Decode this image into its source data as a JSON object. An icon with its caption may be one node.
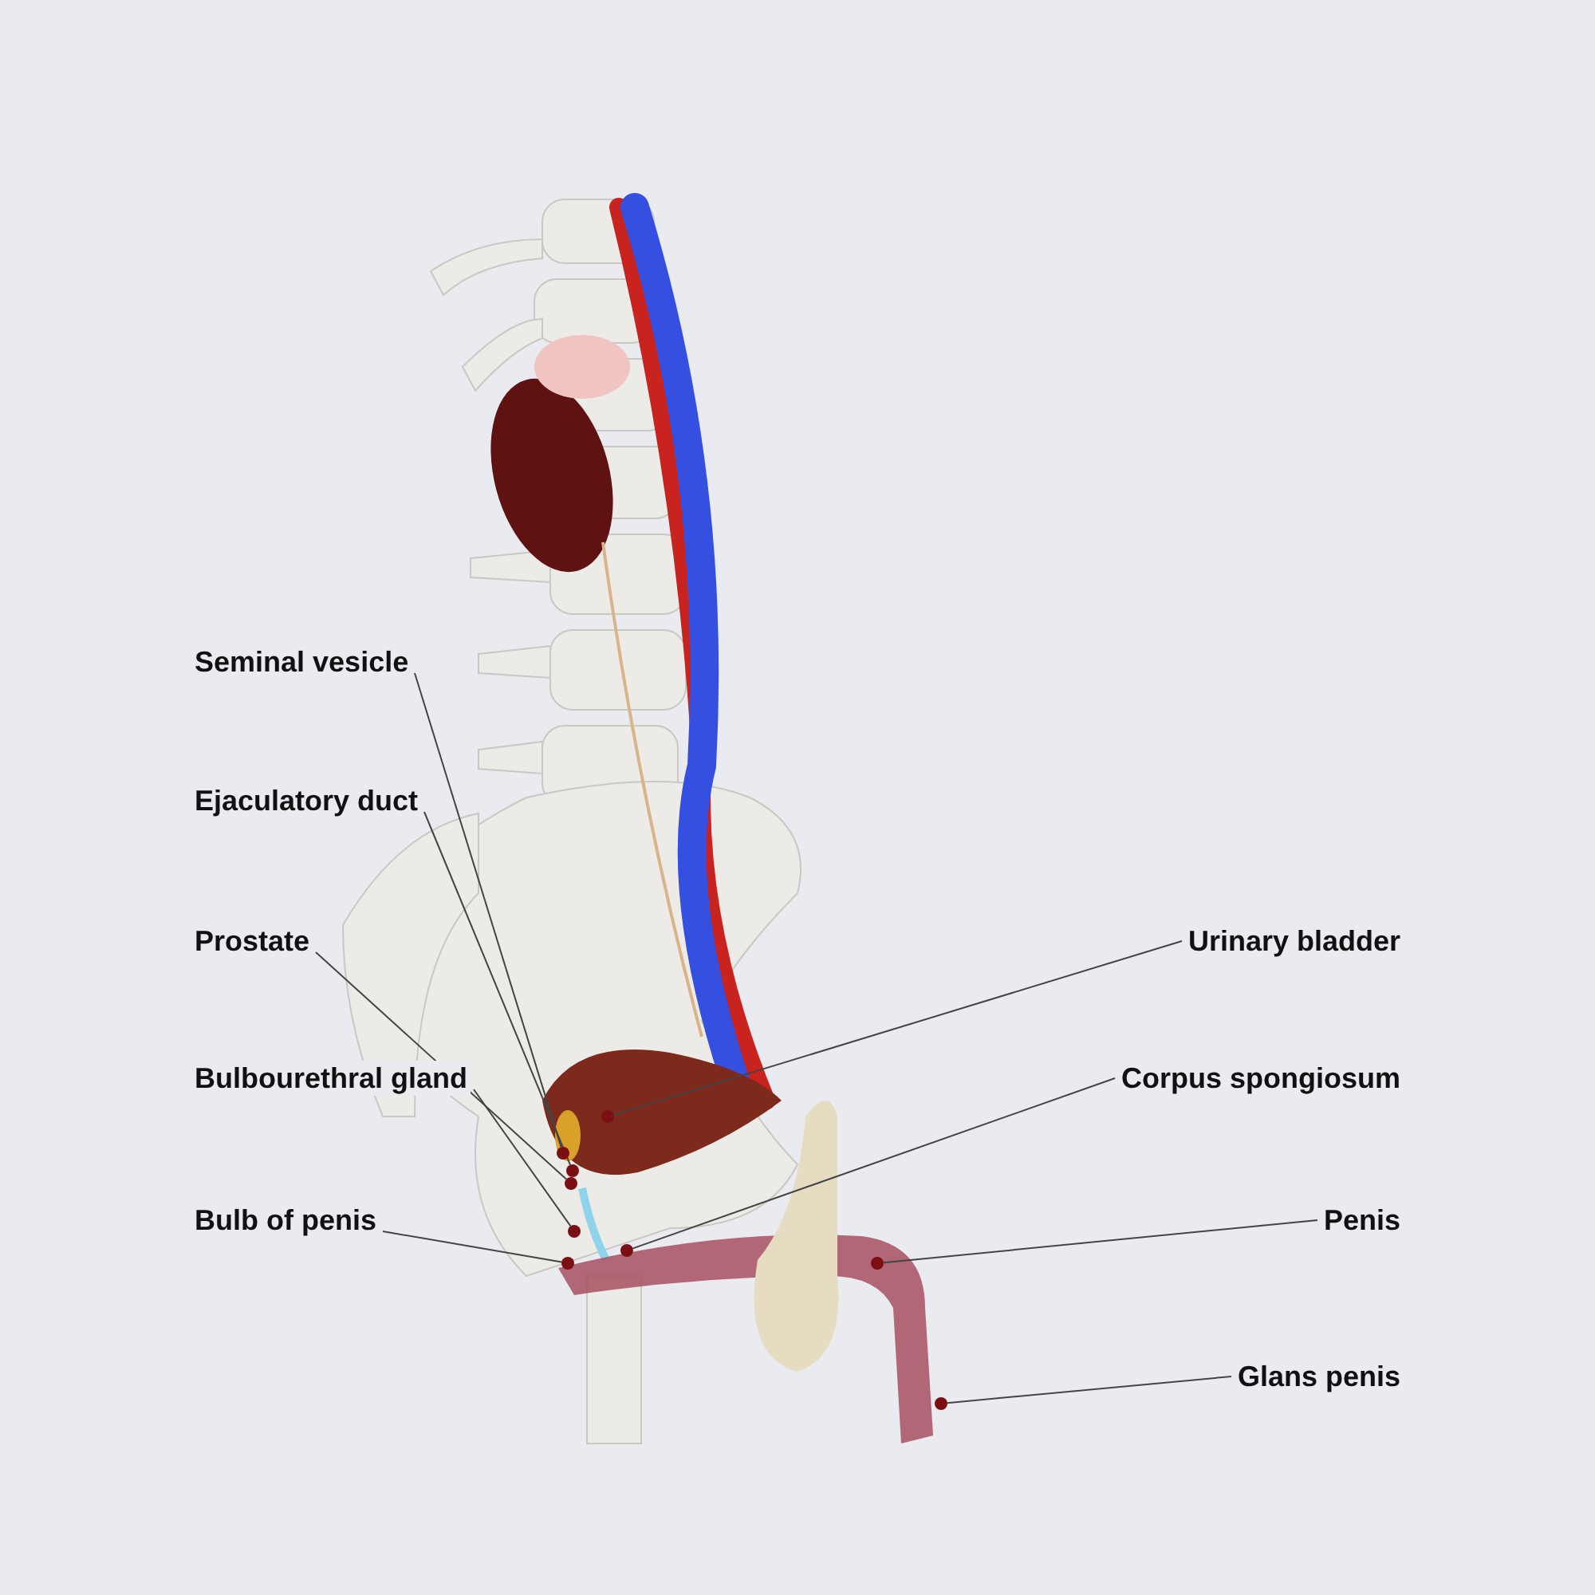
{
  "diagram": {
    "nodes": [
      {
        "text": [
          "Seminal vesicle"
        ]
      },
      {
        "text": [
          "Ejaculatory duct"
        ]
      },
      {
        "text": [
          "Prostate"
        ]
      },
      {
        "text": [
          "Urinary bladder"
        ]
      },
      {
        "text": [
          "Bulbourethral gland"
        ]
      },
      {
        "text": [
          "Corpus spongiosum"
        ]
      },
      {
        "text": [
          "Bulb of penis"
        ]
      },
      {
        "text": [
          "Penis"
        ]
      },
      {
        "text": [
          "Glans penis"
        ]
      },
      {
        "text": [],
        "shape": "circle"
      },
      {
        "text": [],
        "shape": "circle"
      },
      {
        "text": [],
        "shape": "circle"
      },
      {
        "text": [],
        "shape": "circle"
      },
      {
        "text": [],
        "shape": "circle"
      },
      {
        "text": [],
        "shape": "circle"
      },
      {
        "text": [],
        "shape": "circle"
      },
      {
        "text": [],
        "shape": "circle"
      },
      {
        "text": [],
        "shape": "circle"
      }
    ],
    "edges": [
      {
        "from": 0,
        "to": 9,
        "arrow": "none"
      },
      {
        "from": 1,
        "to": 10,
        "arrow": "none"
      },
      {
        "from": 2,
        "to": 11,
        "arrow": "none"
      },
      {
        "from": 3,
        "to": 12,
        "arrow": "none"
      },
      {
        "from": 4,
        "to": 13,
        "arrow": "none"
      },
      {
        "from": 5,
        "to": 14,
        "arrow": "none"
      },
      {
        "from": 6,
        "to": 15,
        "arrow": "none"
      },
      {
        "from": 7,
        "to": 16,
        "arrow": "none"
      },
      {
        "from": 8,
        "to": 17,
        "arrow": "none"
      }
    ]
  }
}
